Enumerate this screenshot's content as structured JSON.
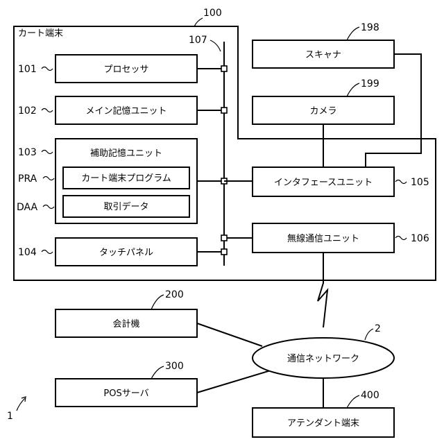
{
  "diagram": {
    "system_ref": "1",
    "cart_terminal": {
      "ref": "100",
      "label": "カート端末"
    },
    "bus": {
      "ref": "107"
    },
    "processor": {
      "ref": "101",
      "label": "プロセッサ"
    },
    "main_memory": {
      "ref": "102",
      "label": "メイン記憶ユニット"
    },
    "aux_storage": {
      "ref": "103",
      "label": "補助記憶ユニット"
    },
    "program": {
      "ref": "PRA",
      "label": "カート端末プログラム"
    },
    "transaction_data": {
      "ref": "DAA",
      "label": "取引データ"
    },
    "touch_panel": {
      "ref": "104",
      "label": "タッチパネル"
    },
    "interface_unit": {
      "ref": "105",
      "label": "インタフェースユニット"
    },
    "wireless_unit": {
      "ref": "106",
      "label": "無線通信ユニット"
    },
    "scanner": {
      "ref": "198",
      "label": "スキャナ"
    },
    "camera": {
      "ref": "199",
      "label": "カメラ"
    },
    "accounting_machine": {
      "ref": "200",
      "label": "会計機"
    },
    "network": {
      "ref": "2",
      "label": "通信ネットワーク"
    },
    "pos_server": {
      "ref": "300",
      "label": "POSサーバ"
    },
    "attendant_terminal": {
      "ref": "400",
      "label": "アテンダント端末"
    }
  }
}
